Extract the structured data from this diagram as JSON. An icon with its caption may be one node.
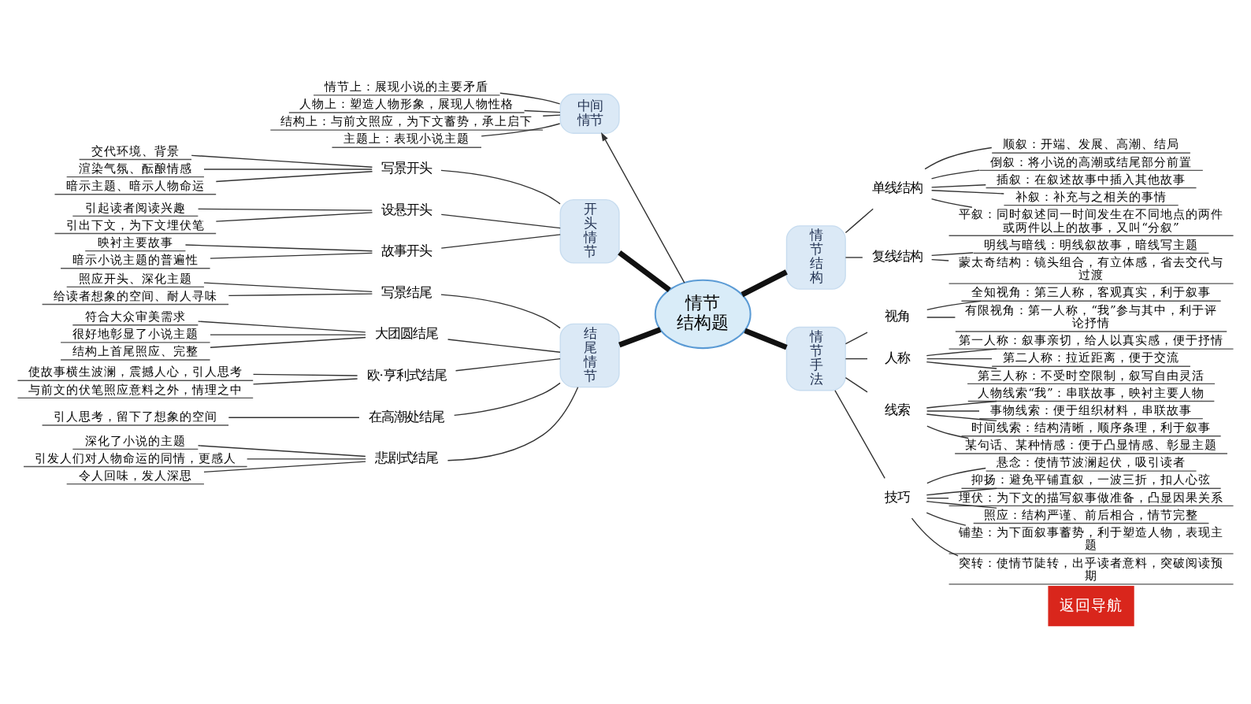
{
  "diagram": {
    "nodes": [
      {
        "text": [
          "情节结构题"
        ]
      },
      {
        "text": [
          "开头情节"
        ]
      },
      {
        "text": [
          "写景开头"
        ]
      },
      {
        "text": [
          "交代环境、背景"
        ]
      },
      {
        "text": [
          "渲染气氛、酝酿情感"
        ]
      },
      {
        "text": [
          "暗示主题、暗示人物命运"
        ]
      },
      {
        "text": [
          "设悬开头"
        ]
      },
      {
        "text": [
          "引起读者阅读兴趣"
        ]
      },
      {
        "text": [
          "引出下文，为下文埋伏笔"
        ]
      },
      {
        "text": [
          "故事开头"
        ]
      },
      {
        "text": [
          "映衬主要故事"
        ]
      },
      {
        "text": [
          "暗示小说主题的普遍性"
        ]
      },
      {
        "text": [
          "中间情节"
        ]
      },
      {
        "text": [
          "情节上：展现小说的主要矛盾"
        ]
      },
      {
        "text": [
          "人物上：塑造人物形象，展现人物性格"
        ]
      },
      {
        "text": [
          "结构上：与前文照应，为下文蓄势，承上启下"
        ]
      },
      {
        "text": [
          "主题上：表现小说主题"
        ]
      },
      {
        "text": [
          "结尾情节"
        ]
      },
      {
        "text": [
          "写景结尾"
        ]
      },
      {
        "text": [
          "照应开头、深化主题"
        ]
      },
      {
        "text": [
          "给读者想象的空间、耐人寻味"
        ]
      },
      {
        "text": [
          "大团圆结尾"
        ]
      },
      {
        "text": [
          "符合大众审美需求"
        ]
      },
      {
        "text": [
          "很好地彰显了小说主题"
        ]
      },
      {
        "text": [
          "结构上首尾照应、完整"
        ]
      },
      {
        "text": [
          "欧·亨利式结尾"
        ]
      },
      {
        "text": [
          "使故事横生波澜，震撼人心，引人思考"
        ]
      },
      {
        "text": [
          "与前文的伏笔照应意料之外，情理之中"
        ]
      },
      {
        "text": [
          "在高潮处结尾"
        ]
      },
      {
        "text": [
          "引人思考，留下了想象的空间"
        ]
      },
      {
        "text": [
          "悲剧式结尾"
        ]
      },
      {
        "text": [
          "深化了小说的主题"
        ]
      },
      {
        "text": [
          "引发人们对人物命运的同情，更感人"
        ]
      },
      {
        "text": [
          "令人回味，发人深思"
        ]
      },
      {
        "text": [
          "情节结构"
        ]
      },
      {
        "text": [
          "单线结构"
        ]
      },
      {
        "text": [
          "顺叙：开端、发展、高潮、结局"
        ]
      },
      {
        "text": [
          "倒叙：将小说的高潮或结尾部分前置"
        ]
      },
      {
        "text": [
          "插叙：在叙述故事中插入其他故事"
        ]
      },
      {
        "text": [
          "补叙：补充与之相关的事情"
        ]
      },
      {
        "text": [
          "平叙：同时叙述同一时间发生在不同地点的两件或两件以上的故事，又叫“分叙”"
        ]
      },
      {
        "text": [
          "复线结构"
        ]
      },
      {
        "text": [
          "明线与暗线：明线叙故事，暗线写主题"
        ]
      },
      {
        "text": [
          "蒙太奇结构：镜头组合，有立体感，省去交代与过渡"
        ]
      },
      {
        "text": [
          "情节手法"
        ]
      },
      {
        "text": [
          "视角"
        ]
      },
      {
        "text": [
          "全知视角：第三人称，客观真实，利于叙事"
        ]
      },
      {
        "text": [
          "有限视角：第一人称，“我”参与其中，利于评论抒情"
        ]
      },
      {
        "text": [
          "人称"
        ]
      },
      {
        "text": [
          "第一人称：叙事亲切，给人以真实感，便于抒情"
        ]
      },
      {
        "text": [
          "第二人称：拉近距离，便于交流"
        ]
      },
      {
        "text": [
          "第三人称：不受时空限制，叙写自由灵活"
        ]
      },
      {
        "text": [
          "线索"
        ]
      },
      {
        "text": [
          "人物线索“我”：串联故事，映衬主要人物"
        ]
      },
      {
        "text": [
          "事物线索：便于组织材料，串联故事"
        ]
      },
      {
        "text": [
          "时间线索：结构清晰，顺序条理，利于叙事"
        ]
      },
      {
        "text": [
          "某句话、某种情感：便于凸显情感、彰显主题"
        ]
      },
      {
        "text": [
          "技巧"
        ]
      },
      {
        "text": [
          "悬念：使情节波澜起伏，吸引读者"
        ]
      },
      {
        "text": [
          "抑扬：避免平铺直叙，一波三折，扣人心弦"
        ]
      },
      {
        "text": [
          "埋伏：为下文的描写叙事做准备，凸显因果关系"
        ]
      },
      {
        "text": [
          "照应：结构严谨、前后相合，情节完整"
        ]
      },
      {
        "text": [
          "铺垫：为下面叙事蓄势，利于塑造人物，表现主题"
        ]
      },
      {
        "text": [
          "突转：使情节陡转，出乎读者意料，突破阅读预期"
        ]
      },
      {
        "text": [
          "返回导航"
        ]
      }
    ],
    "edges": [
      {
        "from": 1,
        "to": 0,
        "arrow": "none",
        "style": "thick"
      },
      {
        "from": 2,
        "to": 1,
        "arrow": "none"
      },
      {
        "from": 3,
        "to": 2,
        "arrow": "none"
      },
      {
        "from": 4,
        "to": 2,
        "arrow": "none"
      },
      {
        "from": 5,
        "to": 2,
        "arrow": "none"
      },
      {
        "from": 6,
        "to": 1,
        "arrow": "none"
      },
      {
        "from": 7,
        "to": 6,
        "arrow": "none"
      },
      {
        "from": 8,
        "to": 6,
        "arrow": "none"
      },
      {
        "from": 9,
        "to": 1,
        "arrow": "none"
      },
      {
        "from": 10,
        "to": 9,
        "arrow": "none"
      },
      {
        "from": 11,
        "to": 9,
        "arrow": "none"
      },
      {
        "from": 0,
        "to": 12,
        "arrow": "to"
      },
      {
        "from": 13,
        "to": 12,
        "arrow": "none"
      },
      {
        "from": 14,
        "to": 12,
        "arrow": "none"
      },
      {
        "from": 15,
        "to": 12,
        "arrow": "none"
      },
      {
        "from": 16,
        "to": 12,
        "arrow": "none"
      },
      {
        "from": 17,
        "to": 0,
        "arrow": "none",
        "style": "thick"
      },
      {
        "from": 18,
        "to": 17,
        "arrow": "none"
      },
      {
        "from": 19,
        "to": 18,
        "arrow": "none"
      },
      {
        "from": 20,
        "to": 18,
        "arrow": "none"
      },
      {
        "from": 21,
        "to": 17,
        "arrow": "none"
      },
      {
        "from": 22,
        "to": 21,
        "arrow": "none"
      },
      {
        "from": 23,
        "to": 21,
        "arrow": "none"
      },
      {
        "from": 24,
        "to": 21,
        "arrow": "none"
      },
      {
        "from": 25,
        "to": 17,
        "arrow": "none"
      },
      {
        "from": 26,
        "to": 25,
        "arrow": "none"
      },
      {
        "from": 27,
        "to": 25,
        "arrow": "none"
      },
      {
        "from": 28,
        "to": 17,
        "arrow": "none"
      },
      {
        "from": 29,
        "to": 28,
        "arrow": "none"
      },
      {
        "from": 30,
        "to": 17,
        "arrow": "none"
      },
      {
        "from": 31,
        "to": 30,
        "arrow": "none"
      },
      {
        "from": 32,
        "to": 30,
        "arrow": "none"
      },
      {
        "from": 33,
        "to": 30,
        "arrow": "none"
      },
      {
        "from": 0,
        "to": 34,
        "arrow": "none",
        "style": "thick"
      },
      {
        "from": 34,
        "to": 35,
        "arrow": "none"
      },
      {
        "from": 35,
        "to": 36,
        "arrow": "none"
      },
      {
        "from": 35,
        "to": 37,
        "arrow": "none"
      },
      {
        "from": 35,
        "to": 38,
        "arrow": "none"
      },
      {
        "from": 35,
        "to": 39,
        "arrow": "none"
      },
      {
        "from": 35,
        "to": 40,
        "arrow": "none"
      },
      {
        "from": 34,
        "to": 41,
        "arrow": "none"
      },
      {
        "from": 41,
        "to": 42,
        "arrow": "none"
      },
      {
        "from": 41,
        "to": 43,
        "arrow": "none"
      },
      {
        "from": 0,
        "to": 44,
        "arrow": "none",
        "style": "thick"
      },
      {
        "from": 44,
        "to": 45,
        "arrow": "none"
      },
      {
        "from": 45,
        "to": 46,
        "arrow": "none"
      },
      {
        "from": 45,
        "to": 47,
        "arrow": "none"
      },
      {
        "from": 44,
        "to": 48,
        "arrow": "none"
      },
      {
        "from": 48,
        "to": 49,
        "arrow": "none"
      },
      {
        "from": 48,
        "to": 50,
        "arrow": "none"
      },
      {
        "from": 48,
        "to": 51,
        "arrow": "none"
      },
      {
        "from": 44,
        "to": 52,
        "arrow": "none"
      },
      {
        "from": 52,
        "to": 53,
        "arrow": "none"
      },
      {
        "from": 52,
        "to": 54,
        "arrow": "none"
      },
      {
        "from": 52,
        "to": 55,
        "arrow": "none"
      },
      {
        "from": 52,
        "to": 56,
        "arrow": "none"
      },
      {
        "from": 44,
        "to": 57,
        "arrow": "none"
      },
      {
        "from": 57,
        "to": 58,
        "arrow": "none"
      },
      {
        "from": 57,
        "to": 59,
        "arrow": "none"
      },
      {
        "from": 57,
        "to": 60,
        "arrow": "none"
      },
      {
        "from": 57,
        "to": 61,
        "arrow": "none"
      },
      {
        "from": 57,
        "to": 62,
        "arrow": "none"
      },
      {
        "from": 57,
        "to": 63,
        "arrow": "none"
      }
    ]
  }
}
